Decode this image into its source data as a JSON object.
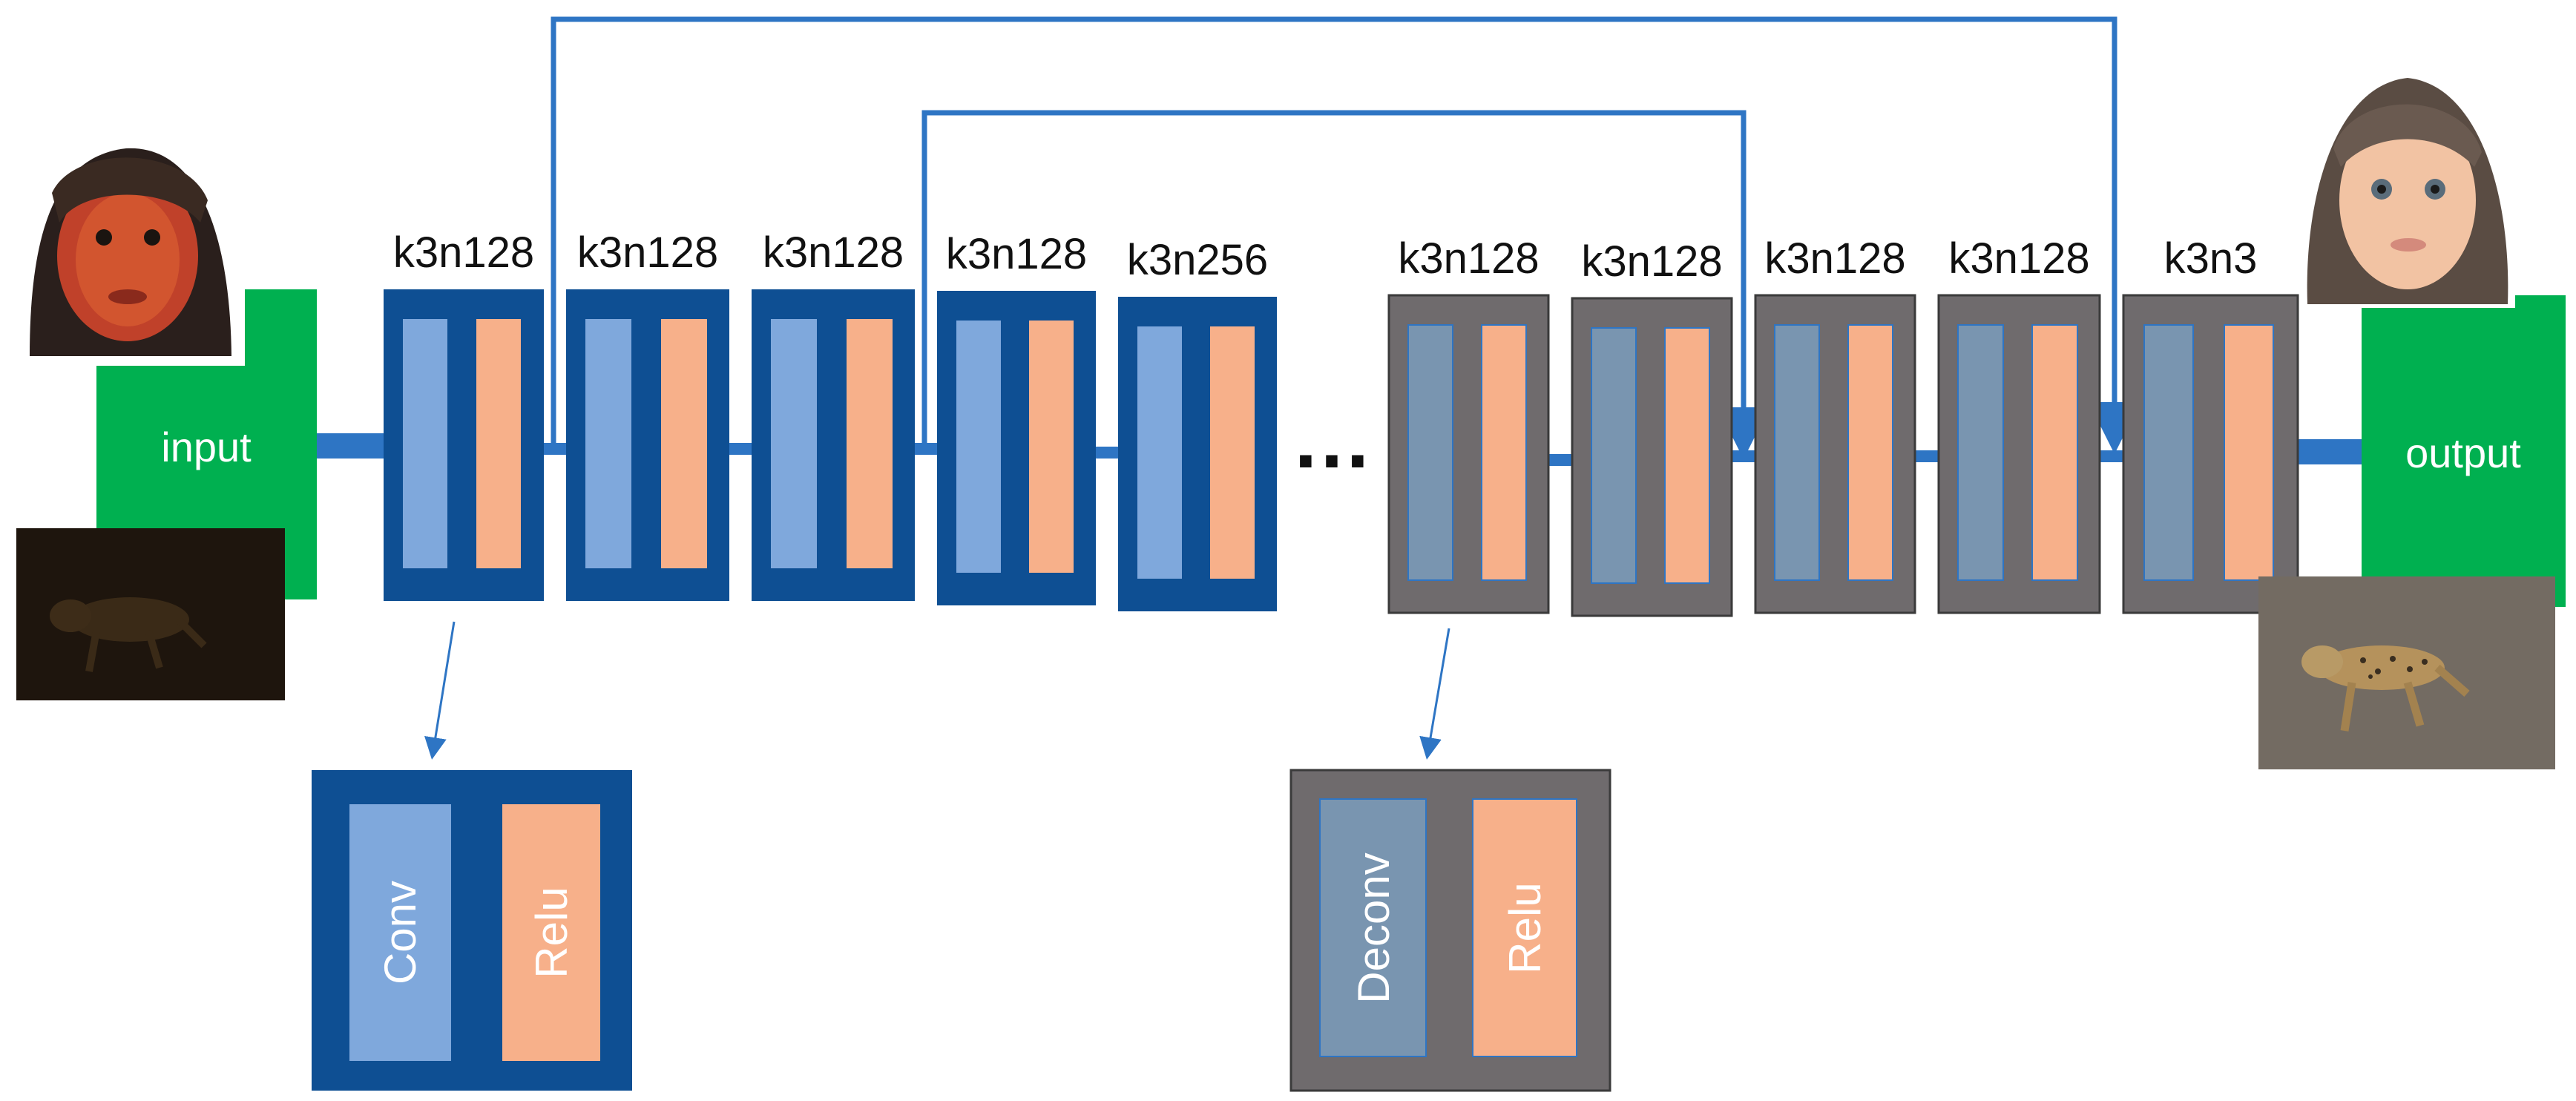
{
  "colors": {
    "encoder_block": "#0e4f93",
    "decoder_block": "#6f6b6d",
    "conv": "#7fa8dc",
    "deconv": "#7995b0",
    "relu": "#f7b08a",
    "io": "#00b050",
    "connector": "#2e75c4",
    "skip": "#2e75c4"
  },
  "input_label": "input",
  "output_label": "output",
  "ellipsis": "…",
  "encoder_layers": [
    "k3n128",
    "k3n128",
    "k3n128",
    "k3n128",
    "k3n256"
  ],
  "decoder_layers": [
    "k3n128",
    "k3n128",
    "k3n128",
    "k3n128",
    "k3n3"
  ],
  "encoder_detail": {
    "left": "Conv",
    "right": "Relu"
  },
  "decoder_detail": {
    "left": "Deconv",
    "right": "Relu"
  },
  "images": {
    "input_face": "baby-face-dark-photo",
    "input_scene": "cheetah-dark-photo",
    "output_face": "baby-face-enhanced-photo",
    "output_scene": "cheetah-enhanced-photo"
  }
}
